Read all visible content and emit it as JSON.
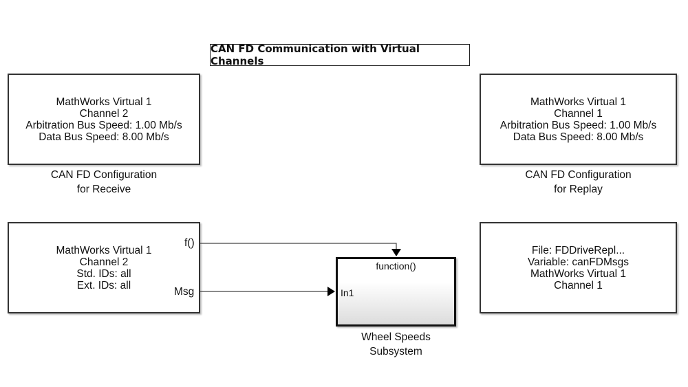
{
  "diagram": {
    "title": "CAN FD Communication with Virtual Channels",
    "blocks": {
      "config_receive": {
        "lines": [
          "MathWorks Virtual 1",
          "Channel 2",
          "Arbitration Bus Speed: 1.00 Mb/s",
          "Data Bus Speed: 8.00 Mb/s"
        ],
        "caption": [
          "CAN FD Configuration",
          "for Receive"
        ]
      },
      "config_replay": {
        "lines": [
          "MathWorks Virtual 1",
          "Channel 1",
          "Arbitration Bus Speed: 1.00 Mb/s",
          "Data Bus Speed: 8.00 Mb/s"
        ],
        "caption": [
          "CAN FD Configuration",
          "for Replay"
        ]
      },
      "receive": {
        "lines": [
          "MathWorks Virtual 1",
          "Channel 2",
          "Std. IDs: all",
          "Ext. IDs: all"
        ],
        "ports": {
          "function_call": "f()",
          "message": "Msg"
        }
      },
      "replay": {
        "lines": [
          "File: FDDriveRepl...",
          "Variable: canFDMsgs",
          "MathWorks Virtual 1",
          "Channel 1"
        ]
      },
      "subsystem": {
        "trigger_port": "function()",
        "input_port": "In1",
        "caption": [
          "Wheel Speeds",
          "Subsystem"
        ]
      }
    },
    "connections": [
      {
        "from": "receive.f()",
        "to": "subsystem.function()"
      },
      {
        "from": "receive.Msg",
        "to": "subsystem.In1"
      }
    ]
  }
}
